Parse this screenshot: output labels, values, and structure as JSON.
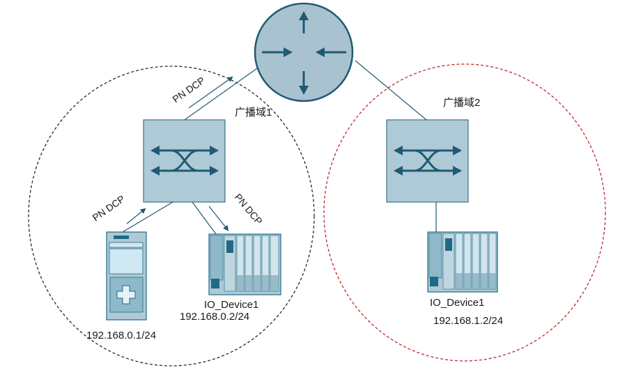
{
  "router": {
    "icon": "router-icon",
    "fill": "#a9c2d0",
    "stroke": "#1f5a72"
  },
  "broadcast_domains": [
    {
      "label": "广播域1",
      "border_color": "#1a2a3a"
    },
    {
      "label": "广播域2",
      "border_color": "#c0262d"
    }
  ],
  "switches": [
    {
      "icon": "switch-icon"
    },
    {
      "icon": "switch-icon"
    }
  ],
  "flows": [
    {
      "label": "PN DCP"
    },
    {
      "label": "PN DCP"
    },
    {
      "label": "PN DCP"
    }
  ],
  "devices": [
    {
      "icon": "plc-cpu-icon",
      "address": "192.168.0.1/24"
    },
    {
      "icon": "io-device-icon",
      "name": "IO_Device1",
      "address": "192.168.0.2/24"
    },
    {
      "icon": "io-device-icon",
      "name": "IO_Device1",
      "address": "192.168.1.2/24"
    }
  ],
  "colors": {
    "device_fill": "#aecad6",
    "accent_teal": "#1e6a86",
    "line": "#1f5a72"
  }
}
